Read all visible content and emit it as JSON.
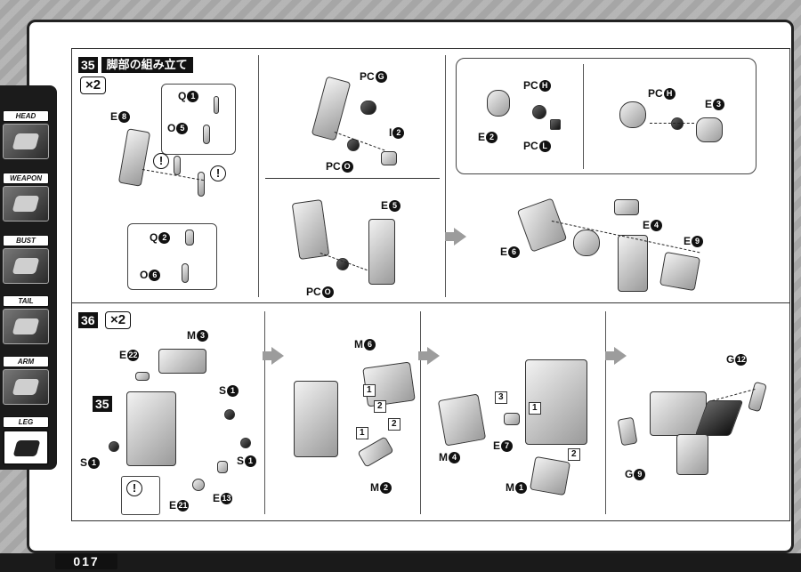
{
  "page_number": "017",
  "sidebar": {
    "tabs": [
      {
        "label": "HEAD",
        "active": false
      },
      {
        "label": "WEAPON",
        "active": false
      },
      {
        "label": "BUST",
        "active": false
      },
      {
        "label": "TAIL",
        "active": false
      },
      {
        "label": "ARM",
        "active": false
      },
      {
        "label": "LEG",
        "active": true
      }
    ]
  },
  "step35": {
    "number": "35",
    "title": "脚部の組み立て",
    "qty": "×2",
    "labels": {
      "e8": {
        "letter": "E",
        "num": "8"
      },
      "q1": {
        "letter": "Q",
        "num": "1"
      },
      "o5": {
        "letter": "O",
        "num": "5"
      },
      "q2": {
        "letter": "Q",
        "num": "2"
      },
      "o6": {
        "letter": "O",
        "num": "6"
      },
      "pcg": {
        "letter": "PC",
        "num": "G"
      },
      "i2": {
        "letter": "I",
        "num": "2"
      },
      "pco1": {
        "letter": "PC",
        "num": "O"
      },
      "e5": {
        "letter": "E",
        "num": "5"
      },
      "pco2": {
        "letter": "PC",
        "num": "O"
      },
      "pch1": {
        "letter": "PC",
        "num": "H"
      },
      "e2": {
        "letter": "E",
        "num": "2"
      },
      "pcl": {
        "letter": "PC",
        "num": "L"
      },
      "pch2": {
        "letter": "PC",
        "num": "H"
      },
      "e3": {
        "letter": "E",
        "num": "3"
      },
      "e4": {
        "letter": "E",
        "num": "4"
      },
      "e6": {
        "letter": "E",
        "num": "6"
      },
      "e9": {
        "letter": "E",
        "num": "9"
      }
    },
    "warn_symbol": "!"
  },
  "step36": {
    "number": "36",
    "qty": "×2",
    "ref_step": "35",
    "labels": {
      "m3": {
        "letter": "M",
        "num": "3"
      },
      "e22": {
        "letter": "E",
        "num": "22"
      },
      "s1a": {
        "letter": "S",
        "num": "1"
      },
      "s1b": {
        "letter": "S",
        "num": "1"
      },
      "s1c": {
        "letter": "S",
        "num": "1"
      },
      "e21": {
        "letter": "E",
        "num": "21"
      },
      "e13": {
        "letter": "E",
        "num": "13"
      },
      "m6": {
        "letter": "M",
        "num": "6"
      },
      "m2": {
        "letter": "M",
        "num": "2"
      },
      "m4": {
        "letter": "M",
        "num": "4"
      },
      "e7": {
        "letter": "E",
        "num": "7"
      },
      "m1": {
        "letter": "M",
        "num": "1"
      },
      "g12": {
        "letter": "G",
        "num": "12"
      },
      "g9": {
        "letter": "G",
        "num": "9"
      }
    },
    "order_marks": {
      "a": "1",
      "b": "2",
      "c": "2",
      "d": "1",
      "e": "3",
      "f": "1",
      "g": "2"
    },
    "warn_symbol": "!"
  }
}
